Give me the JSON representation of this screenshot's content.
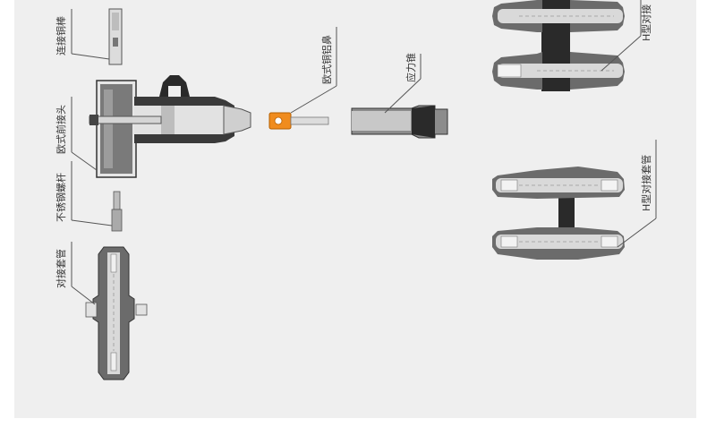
{
  "labels": {
    "connecting_rod": "连接铜棒",
    "euro_front_connector": "欧式前接头",
    "stainless_bolt": "不锈钢螺杆",
    "docking_sleeve": "对接套管",
    "euro_copper_aluminum_lug": "欧式铜铝鼻",
    "stress_cone": "应力锥",
    "h_type_docking_top": "H型对接",
    "h_type_docking_sleeve": "H型对接套管"
  },
  "colors": {
    "panel": "#efefef",
    "rubber": "#6b6b6b",
    "rubber_light": "#d9d9d9",
    "black": "#2a2a2a",
    "lug": "#f08c1e",
    "metal": "#bfbfbf"
  }
}
